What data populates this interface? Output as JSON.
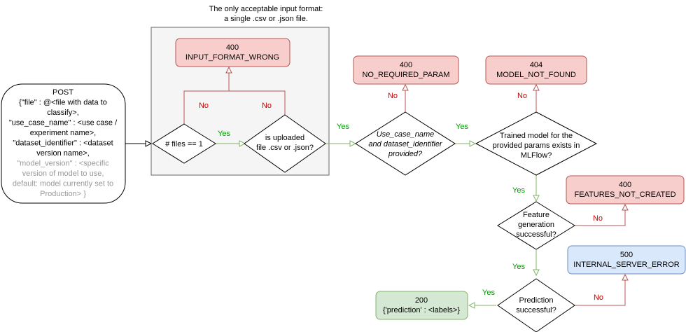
{
  "note": {
    "line1": "The only acceptable input format:",
    "line2": "a single .csv or .json file."
  },
  "request": {
    "lines": [
      "POST",
      "{\"file\" : @<file with data to",
      "classify>,",
      "\"use_case_name\" : <use case /",
      "experiment name>,",
      "\"dataset_identifier\" : <dataset",
      "version name>,",
      "\"model_version\" : <specific",
      "version of model to use,",
      "default: model currently set to",
      "Production> }"
    ],
    "greyed_from_index": 7
  },
  "decisions": {
    "files_count": "# files == 1",
    "file_type": [
      "is uploaded",
      "file .csv or .json?"
    ],
    "params": [
      "Use_case_name",
      "and dataset_identifier",
      "provided?"
    ],
    "model": [
      "Trained model for the",
      "provided params exists in",
      "MLFlow?"
    ],
    "features": [
      "Feature",
      "generation",
      "successful?"
    ],
    "prediction": [
      "Prediction",
      "successful?"
    ]
  },
  "results": {
    "input_format": {
      "code": "400",
      "label": "INPUT_FORMAT_WRONG"
    },
    "no_param": {
      "code": "400",
      "label": "NO_REQUIRED_PARAM"
    },
    "model_not_found": {
      "code": "404",
      "label": "MODEL_NOT_FOUND"
    },
    "features": {
      "code": "400",
      "label": "FEATURES_NOT_CREATED"
    },
    "server_error": {
      "code": "500",
      "label": "INTERNAL_SERVER_ERROR"
    },
    "success": {
      "code": "200",
      "label": "{'prediction' : <labels>}"
    }
  },
  "edges": {
    "yes": "Yes",
    "no": "No"
  },
  "colors": {
    "yes": "#009900",
    "no": "#cc0000",
    "yes_line": "#82b366",
    "no_line": "#b85450",
    "grey_text": "#999999"
  }
}
